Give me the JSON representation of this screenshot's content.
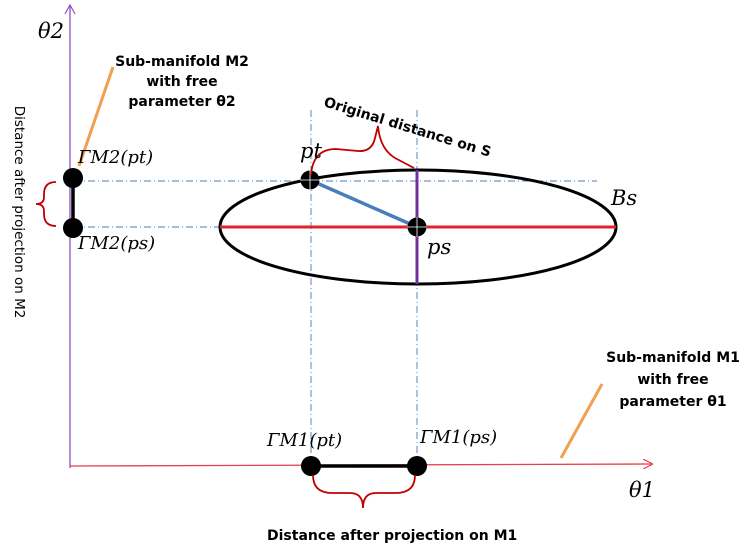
{
  "axes": {
    "x_label": "θ1",
    "y_label": "θ2",
    "colors": {
      "x_axis": "#e8414b",
      "y_axis": "#8e4fc6"
    }
  },
  "ellipse": {
    "label": "Bs"
  },
  "points": {
    "pt": "pt",
    "ps": "ps"
  },
  "projections": {
    "m1_pt": "ΓM1(pt)",
    "m1_ps": "ΓM1(ps)",
    "m2_pt": "ΓM2(pt)",
    "m2_ps": "ΓM2(ps)"
  },
  "annotations": {
    "submanifold_m2": {
      "line1": "Sub-manifold M2",
      "line2": "with free",
      "line3": "parameter θ2"
    },
    "submanifold_m1": {
      "line1": "Sub-manifold M1",
      "line2": "with free",
      "line3": "parameter θ1"
    },
    "original_distance": "Original distance on S",
    "distance_m1": "Distance after projection on M1",
    "distance_m2": "Distance after projection on M2"
  },
  "colors": {
    "horizontal_axis_line": "#e0232b",
    "vertical_axis_line": "#7030a0",
    "distance_segment": "#4a7ebb",
    "brace": "#c00000",
    "callout": "#f0a050",
    "guide": "#4a7ebb"
  }
}
